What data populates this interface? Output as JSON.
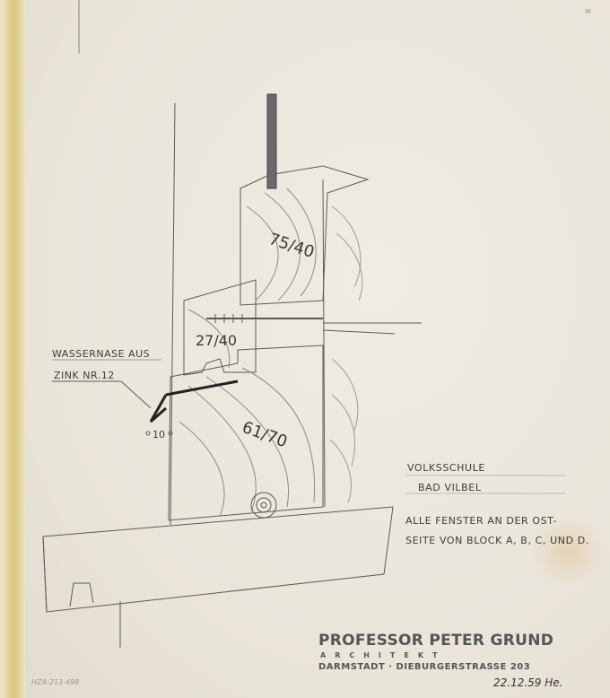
{
  "drawing": {
    "labels": {
      "upper_section": "75/40",
      "side_section": "27/40",
      "main_section": "61/70",
      "dimension": "10"
    },
    "note": {
      "line1": "WASSERNASE AUS",
      "line2": "ZINK NR.12"
    }
  },
  "project": {
    "line1": "VOLKSSCHULE",
    "line2": "BAD VILBEL"
  },
  "remark": {
    "line1": "ALLE FENSTER AN DER OST-",
    "line2": "SEITE VON BLOCK A, B, C, UND D."
  },
  "titleblock": {
    "firm": "PROFESSOR PETER GRUND",
    "role": "ARCHITEKT",
    "address": "DARMSTADT · DIEBURGERSTRASSE 203",
    "date": "22.12.59 He."
  },
  "archive": {
    "stamp": "HZA-213-498",
    "corner_mark": "w"
  }
}
